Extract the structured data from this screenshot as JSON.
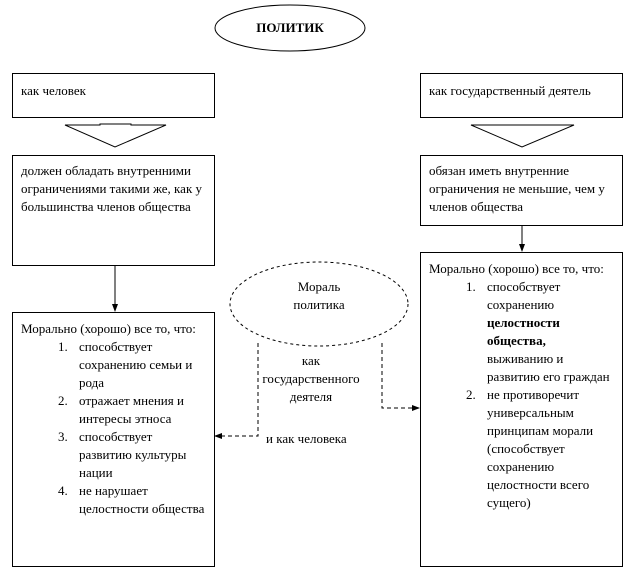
{
  "title": "ПОЛИТИК",
  "center_ellipse": {
    "line1": "Мораль",
    "line2": "политика"
  },
  "center_labels": {
    "statesman": "как государственного деятеля",
    "human": "и как человека"
  },
  "left": {
    "header": "как человек",
    "middle": "должен обладать внутренними ограничениями такими же, как у большинства членов общества",
    "bottom_intro": "Морально (хорошо) все то, что:",
    "items": [
      "способствует сохранению семьи и рода",
      "отражает мнения и интересы этноса",
      "способствует развитию культуры нации",
      "не нарушает целостности общества"
    ]
  },
  "right": {
    "header": "как государственный деятель",
    "middle": "обязан иметь внутренние ограничения не меньшие, чем у членов общества",
    "bottom_intro": "Морально (хорошо) все то, что:",
    "item1_pre": "способствует сохранению",
    "item1_bold": "целостности общества,",
    "item1_post": "выживанию и развитию его граждан",
    "item2": "не противоречит универсальным принципам морали (способствует сохранению целостности всего сущего)"
  }
}
